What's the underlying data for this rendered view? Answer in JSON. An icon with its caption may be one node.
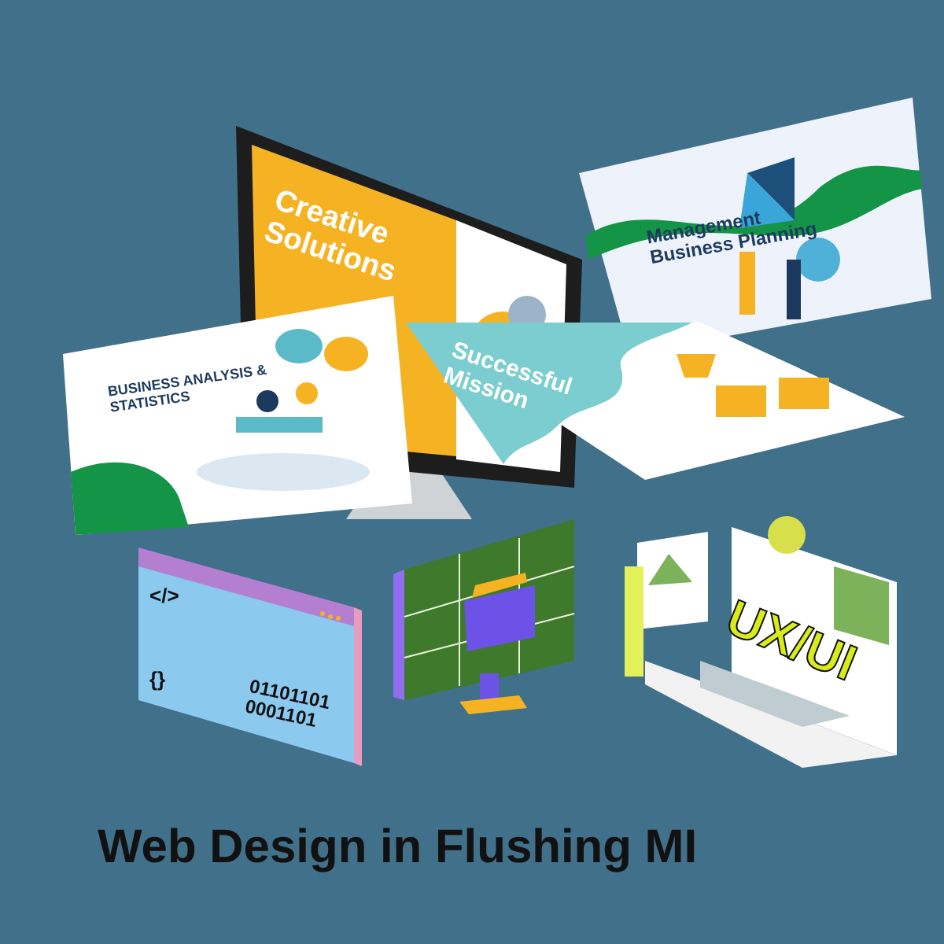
{
  "diagram": {
    "title": "Web Design in Flushing MI",
    "labels": [
      "Creative Solutions",
      "Management Business Planning",
      "BUSINESS ANALYSIS & STATISTICS",
      "Successful Mission",
      "</>",
      "{}",
      "01101101 0001101",
      "UX/UI"
    ]
  }
}
